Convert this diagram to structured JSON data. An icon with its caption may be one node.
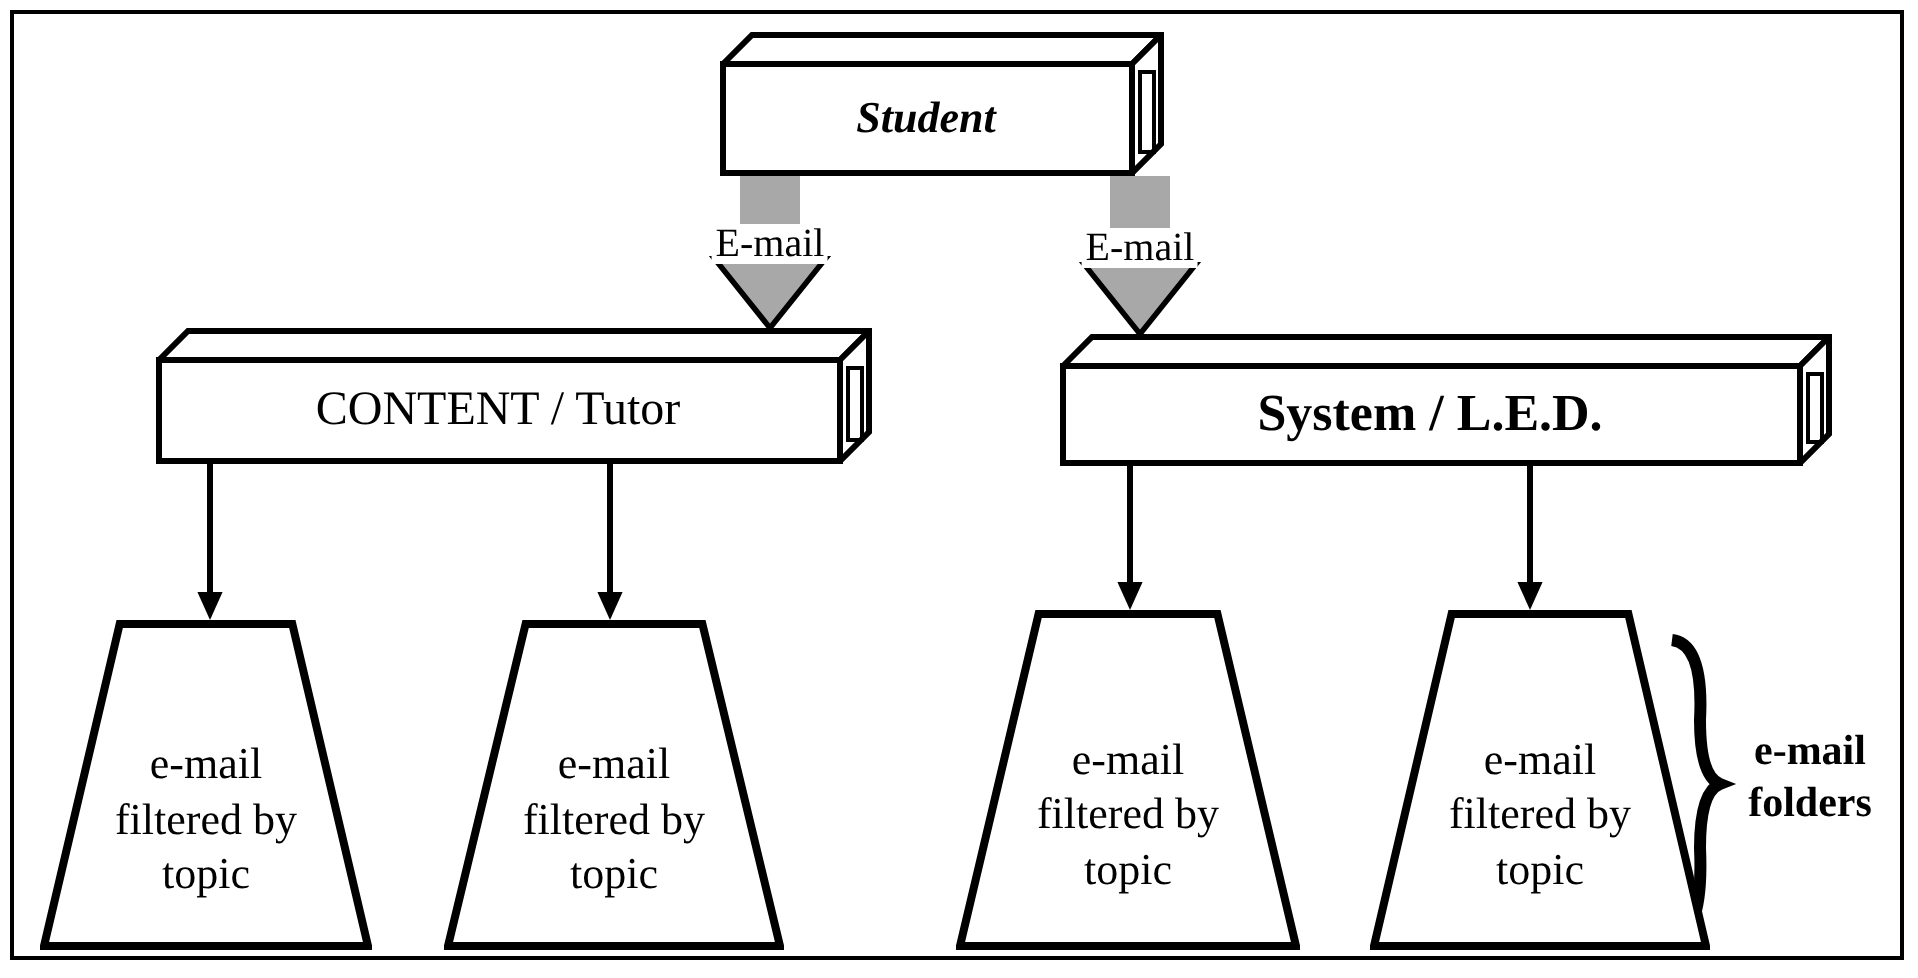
{
  "diagram": {
    "nodes": [
      {
        "text": [
          "Student"
        ]
      },
      {
        "text": [
          "CONTENT / Tutor"
        ]
      },
      {
        "text": [
          "System / L.E.D."
        ]
      },
      {
        "text": [
          "e-mail filtered by topic"
        ]
      },
      {
        "text": [
          "e-mail filtered by topic"
        ]
      },
      {
        "text": [
          "e-mail filtered by topic"
        ]
      },
      {
        "text": [
          "e-mail filtered by topic"
        ]
      }
    ],
    "edges": [
      {
        "from": 0,
        "to": 1,
        "arrow": "to",
        "label": "E-mail",
        "style": "thick",
        "color": "#a8a8a8"
      },
      {
        "from": 0,
        "to": 2,
        "arrow": "to",
        "label": "E-mail",
        "style": "thick",
        "color": "#a8a8a8"
      },
      {
        "from": 1,
        "to": 3,
        "arrow": "to"
      },
      {
        "from": 1,
        "to": 4,
        "arrow": "to"
      },
      {
        "from": 2,
        "to": 5,
        "arrow": "to"
      },
      {
        "from": 2,
        "to": 6,
        "arrow": "to"
      }
    ],
    "labels": [
      "e-mail folders"
    ]
  }
}
